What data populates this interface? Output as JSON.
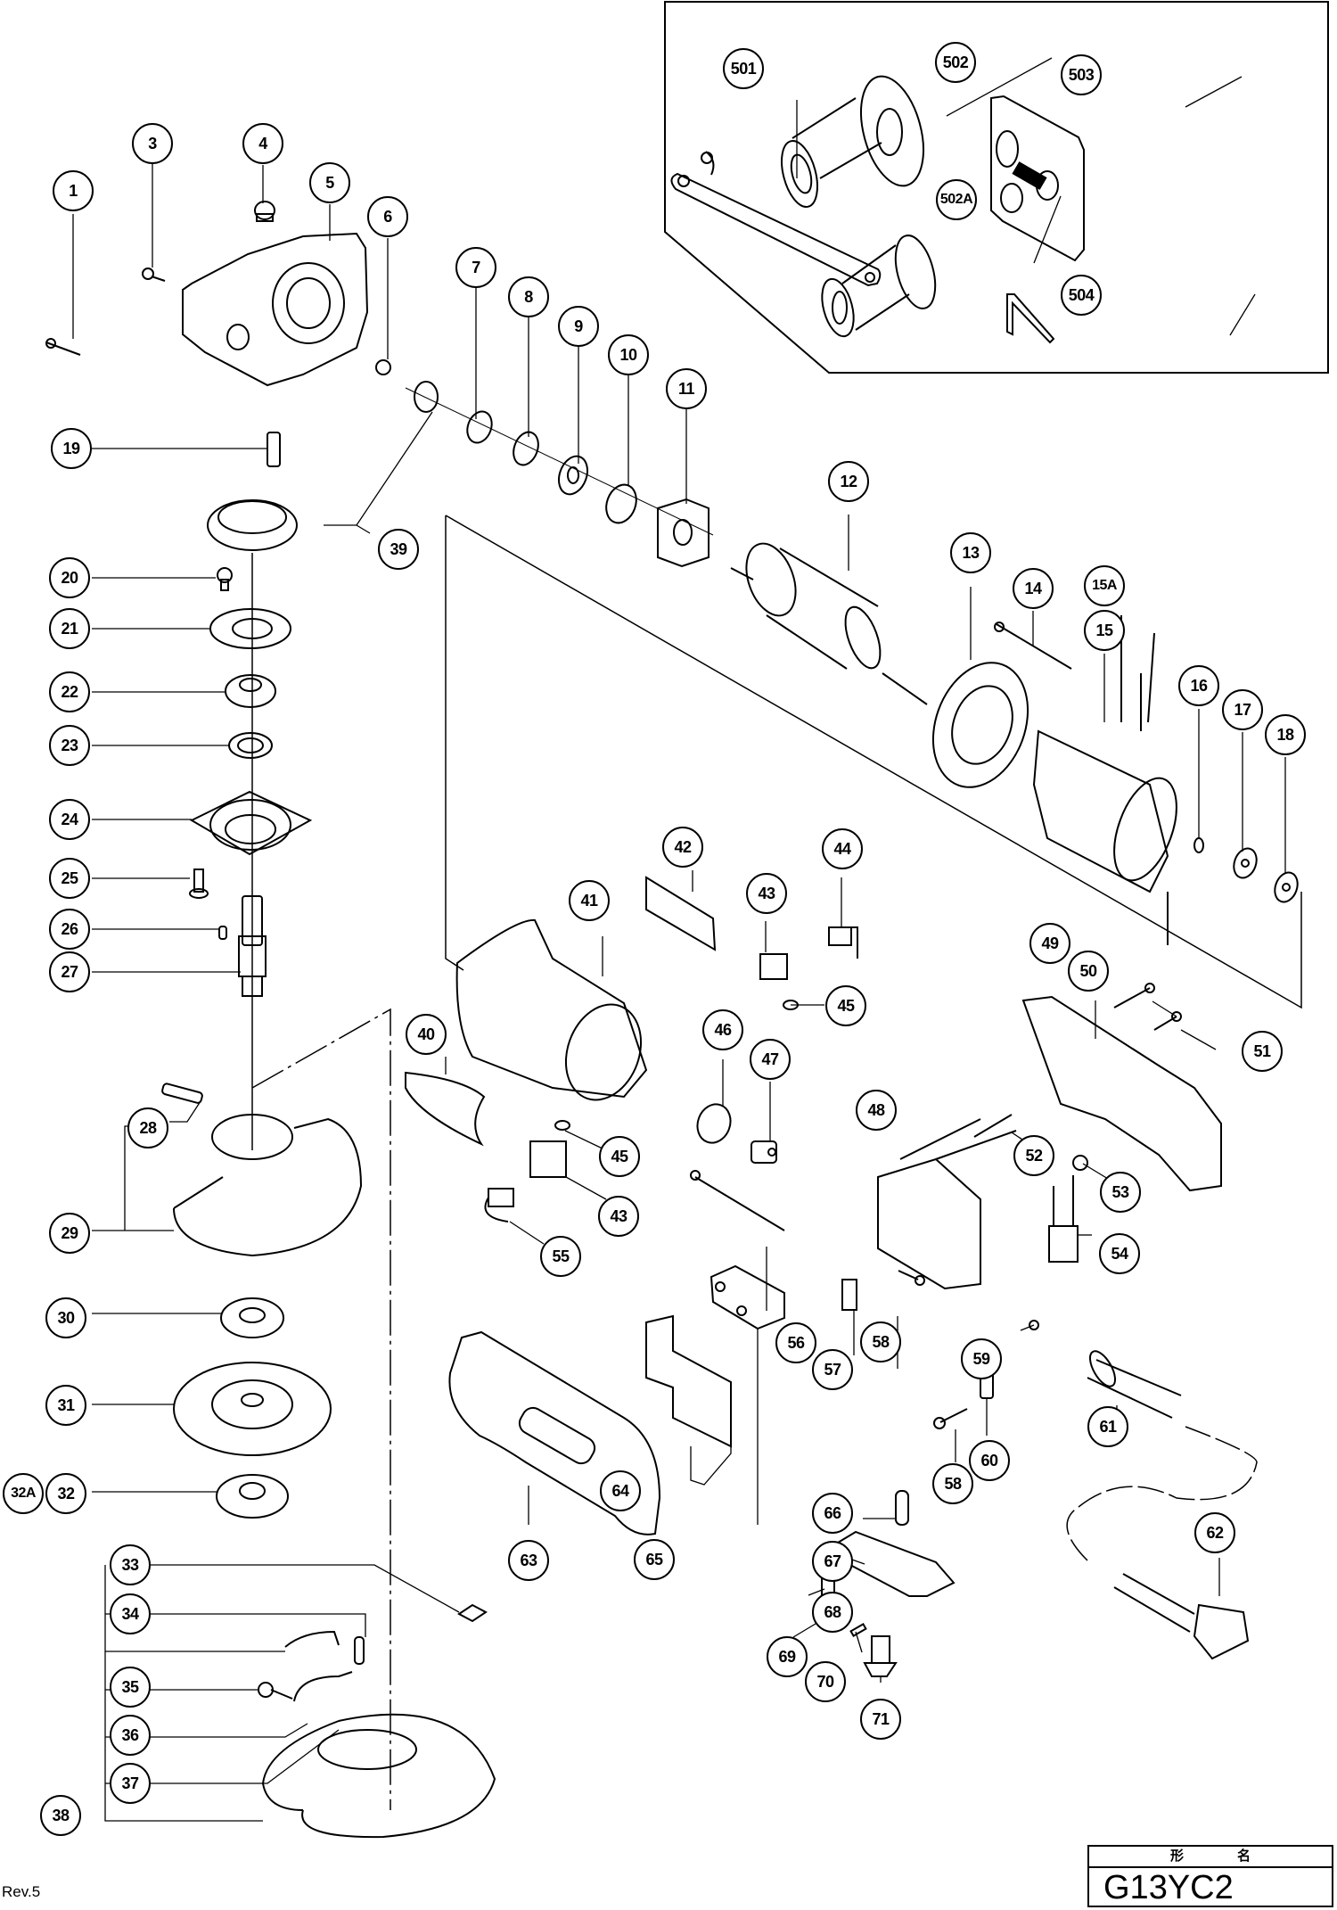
{
  "document": {
    "model_header_label_1": "形",
    "model_header_label_2": "名",
    "model": "G13YC2",
    "revision": "Rev.5"
  },
  "callouts": [
    {
      "id": "1",
      "label": "1"
    },
    {
      "id": "3",
      "label": "3"
    },
    {
      "id": "4",
      "label": "4"
    },
    {
      "id": "5",
      "label": "5"
    },
    {
      "id": "6",
      "label": "6"
    },
    {
      "id": "7",
      "label": "7"
    },
    {
      "id": "8",
      "label": "8"
    },
    {
      "id": "9",
      "label": "9"
    },
    {
      "id": "10",
      "label": "10"
    },
    {
      "id": "11",
      "label": "11"
    },
    {
      "id": "12",
      "label": "12"
    },
    {
      "id": "13",
      "label": "13"
    },
    {
      "id": "14",
      "label": "14"
    },
    {
      "id": "15A",
      "label": "15A"
    },
    {
      "id": "15",
      "label": "15"
    },
    {
      "id": "16",
      "label": "16"
    },
    {
      "id": "17",
      "label": "17"
    },
    {
      "id": "18",
      "label": "18"
    },
    {
      "id": "19",
      "label": "19"
    },
    {
      "id": "20",
      "label": "20"
    },
    {
      "id": "21",
      "label": "21"
    },
    {
      "id": "22",
      "label": "22"
    },
    {
      "id": "23",
      "label": "23"
    },
    {
      "id": "24",
      "label": "24"
    },
    {
      "id": "25",
      "label": "25"
    },
    {
      "id": "26",
      "label": "26"
    },
    {
      "id": "27",
      "label": "27"
    },
    {
      "id": "28",
      "label": "28"
    },
    {
      "id": "29",
      "label": "29"
    },
    {
      "id": "30",
      "label": "30"
    },
    {
      "id": "31",
      "label": "31"
    },
    {
      "id": "32A",
      "label": "32A"
    },
    {
      "id": "32",
      "label": "32"
    },
    {
      "id": "33",
      "label": "33"
    },
    {
      "id": "34",
      "label": "34"
    },
    {
      "id": "35",
      "label": "35"
    },
    {
      "id": "36",
      "label": "36"
    },
    {
      "id": "37",
      "label": "37"
    },
    {
      "id": "38",
      "label": "38"
    },
    {
      "id": "39",
      "label": "39"
    },
    {
      "id": "40",
      "label": "40"
    },
    {
      "id": "41",
      "label": "41"
    },
    {
      "id": "42",
      "label": "42"
    },
    {
      "id": "43a",
      "label": "43"
    },
    {
      "id": "44",
      "label": "44"
    },
    {
      "id": "45a",
      "label": "45"
    },
    {
      "id": "46",
      "label": "46"
    },
    {
      "id": "47",
      "label": "47"
    },
    {
      "id": "45b",
      "label": "45"
    },
    {
      "id": "43b",
      "label": "43"
    },
    {
      "id": "48",
      "label": "48"
    },
    {
      "id": "49",
      "label": "49"
    },
    {
      "id": "50",
      "label": "50"
    },
    {
      "id": "51",
      "label": "51"
    },
    {
      "id": "52",
      "label": "52"
    },
    {
      "id": "53",
      "label": "53"
    },
    {
      "id": "54",
      "label": "54"
    },
    {
      "id": "55",
      "label": "55"
    },
    {
      "id": "56",
      "label": "56"
    },
    {
      "id": "57",
      "label": "57"
    },
    {
      "id": "58a",
      "label": "58"
    },
    {
      "id": "59",
      "label": "59"
    },
    {
      "id": "60",
      "label": "60"
    },
    {
      "id": "58b",
      "label": "58"
    },
    {
      "id": "61",
      "label": "61"
    },
    {
      "id": "62",
      "label": "62"
    },
    {
      "id": "63",
      "label": "63"
    },
    {
      "id": "64",
      "label": "64"
    },
    {
      "id": "65",
      "label": "65"
    },
    {
      "id": "66",
      "label": "66"
    },
    {
      "id": "67",
      "label": "67"
    },
    {
      "id": "68",
      "label": "68"
    },
    {
      "id": "69",
      "label": "69"
    },
    {
      "id": "70",
      "label": "70"
    },
    {
      "id": "71",
      "label": "71"
    },
    {
      "id": "501",
      "label": "501"
    },
    {
      "id": "502",
      "label": "502"
    },
    {
      "id": "502A",
      "label": "502A"
    },
    {
      "id": "503",
      "label": "503"
    },
    {
      "id": "504",
      "label": "504"
    }
  ],
  "accessory_box": {
    "items": [
      "501",
      "502",
      "502A",
      "503",
      "504"
    ]
  }
}
